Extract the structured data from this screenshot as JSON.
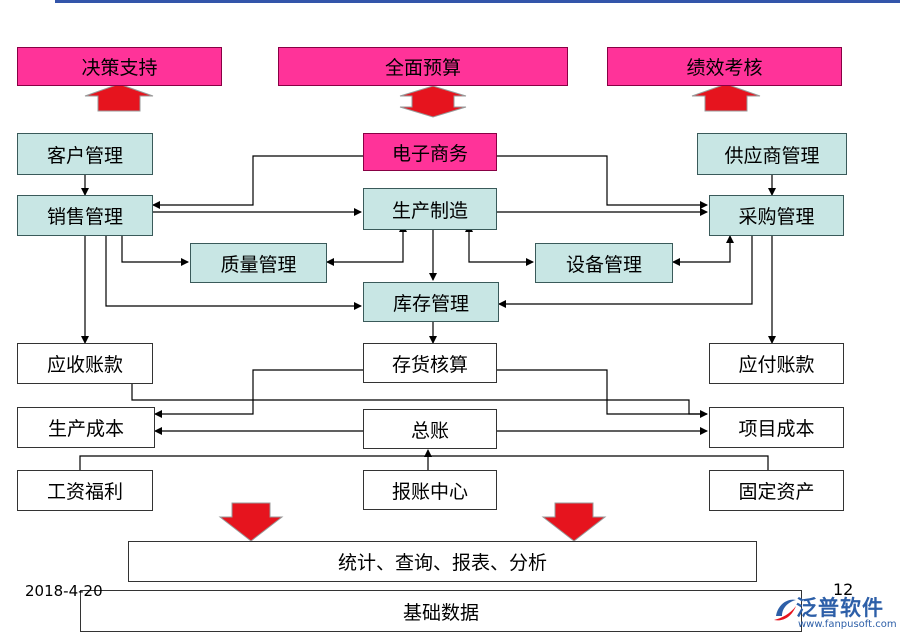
{
  "top": [
    "决策支持",
    "全面预算",
    "绩效考核"
  ],
  "left": [
    "客户管理",
    "销售管理",
    "应收账款",
    "生产成本",
    "工资福利"
  ],
  "center": [
    "电子商务",
    "生产制造",
    "库存管理",
    "存货核算",
    "总账",
    "报账中心"
  ],
  "right": [
    "供应商管理",
    "采购管理",
    "应付账款",
    "项目成本",
    "固定资产"
  ],
  "mid": [
    "质量管理",
    "设备管理"
  ],
  "bottom": [
    "统计、查询、报表、分析",
    "基础数据"
  ],
  "footer": {
    "date": "2018-4-20",
    "page": "12"
  },
  "logo": {
    "name": "泛普软件",
    "url": "www.fanpusoft.com"
  }
}
